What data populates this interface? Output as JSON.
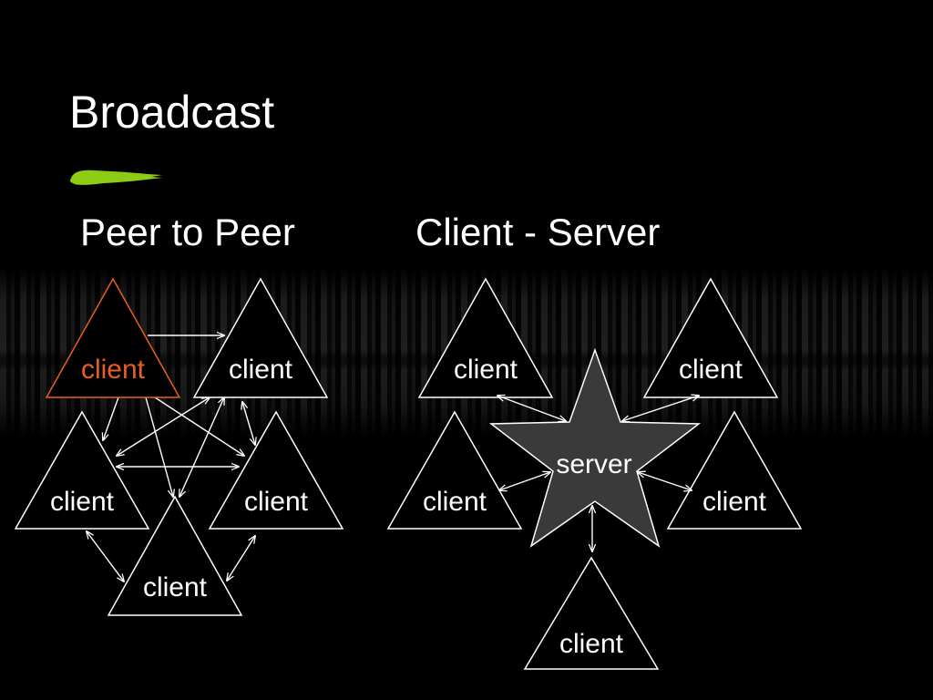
{
  "slide": {
    "title": "Broadcast",
    "accent_color": "#8ccc14"
  },
  "peer_to_peer": {
    "heading": "Peer to Peer",
    "highlight_color": "#e8601c",
    "nodes": [
      {
        "label": "client",
        "highlighted": true
      },
      {
        "label": "client"
      },
      {
        "label": "client"
      },
      {
        "label": "client"
      },
      {
        "label": "client"
      }
    ]
  },
  "client_server": {
    "heading": "Client - Server",
    "server_label": "server",
    "server_fill": "#3a3a3a",
    "clients": [
      {
        "label": "client"
      },
      {
        "label": "client"
      },
      {
        "label": "client"
      },
      {
        "label": "client"
      },
      {
        "label": "client"
      }
    ]
  }
}
